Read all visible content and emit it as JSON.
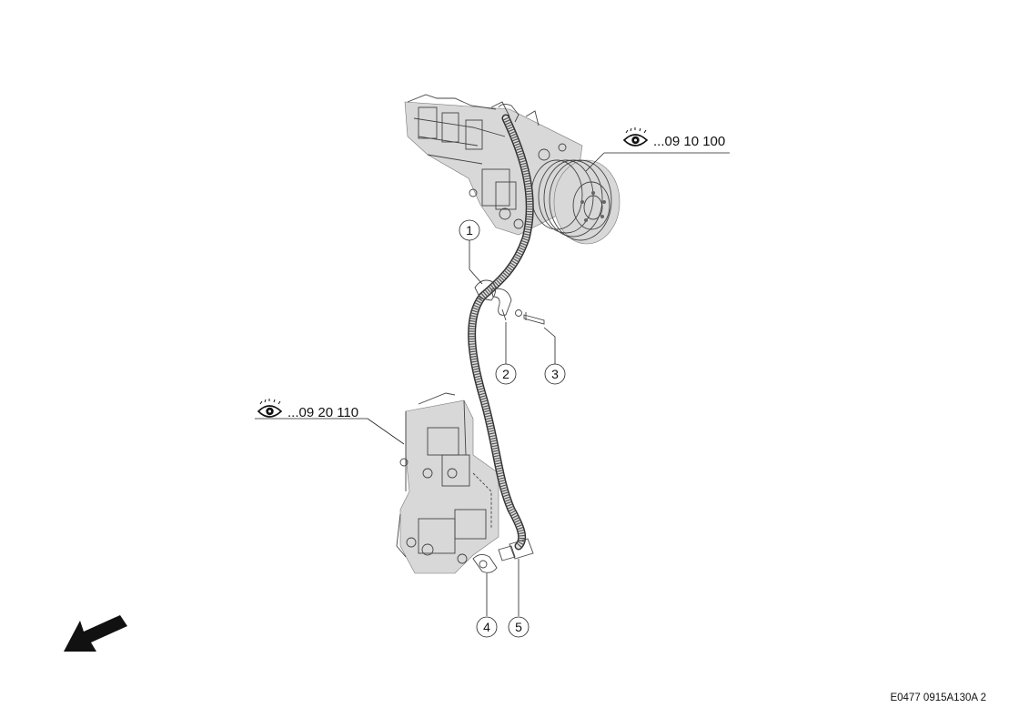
{
  "references": [
    {
      "id": "ref-top",
      "text": "...09 10 100",
      "icon": "eye-icon"
    },
    {
      "id": "ref-mid",
      "text": "...09 20 110",
      "icon": "eye-icon"
    }
  ],
  "callouts": [
    "1",
    "2",
    "3",
    "4",
    "5"
  ],
  "drawing_id": "E0477 0915A130A 2",
  "direction_icon": "arrow-icon"
}
